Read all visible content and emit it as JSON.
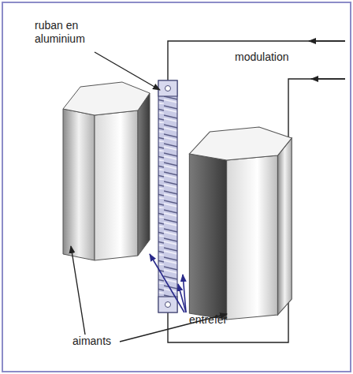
{
  "diagram": {
    "labels": [
      "ruban en aluminium",
      "modulation",
      "entrefer",
      "aimants"
    ]
  }
}
